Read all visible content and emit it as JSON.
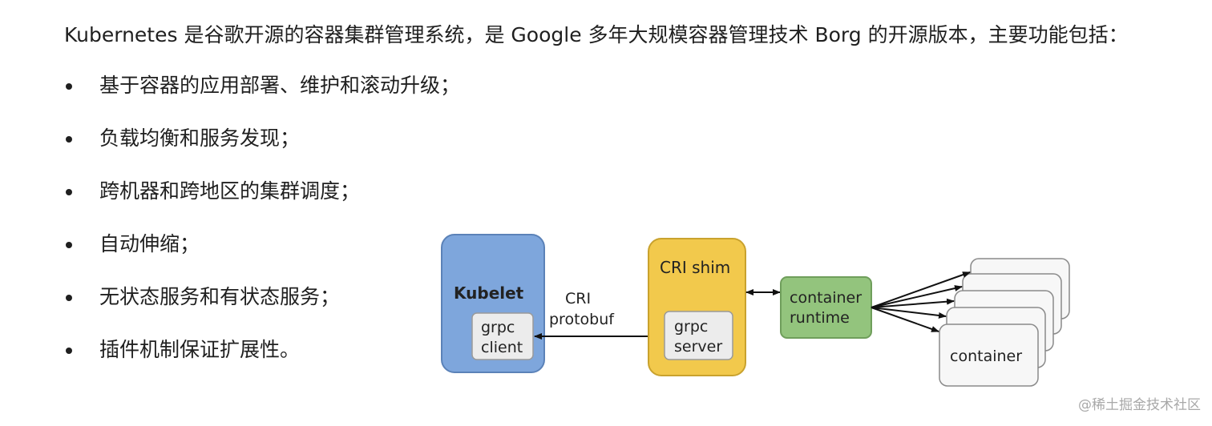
{
  "intro": "Kubernetes 是谷歌开源的容器集群管理系统，是 Google 多年大规模容器管理技术 Borg 的开源版本，主要功能包括：",
  "features": [
    "基于容器的应用部署、维护和滚动升级；",
    "负载均衡和服务发现；",
    "跨机器和跨地区的集群调度；",
    "自动伸缩；",
    "无状态服务和有状态服务；",
    "插件机制保证扩展性。"
  ],
  "diagram": {
    "kubelet": {
      "title": "Kubelet",
      "client_line1": "grpc",
      "client_line2": "client",
      "color": "#7ea6dc"
    },
    "protocol": {
      "line1": "CRI",
      "line2": "protobuf"
    },
    "cri_shim": {
      "title": "CRI shim",
      "server_line1": "grpc",
      "server_line2": "server",
      "color": "#f2c94c"
    },
    "container_runtime": {
      "line1": "container",
      "line2": "runtime",
      "color": "#93c47d"
    },
    "container_label": "container"
  },
  "watermark": "@稀土掘金技术社区"
}
